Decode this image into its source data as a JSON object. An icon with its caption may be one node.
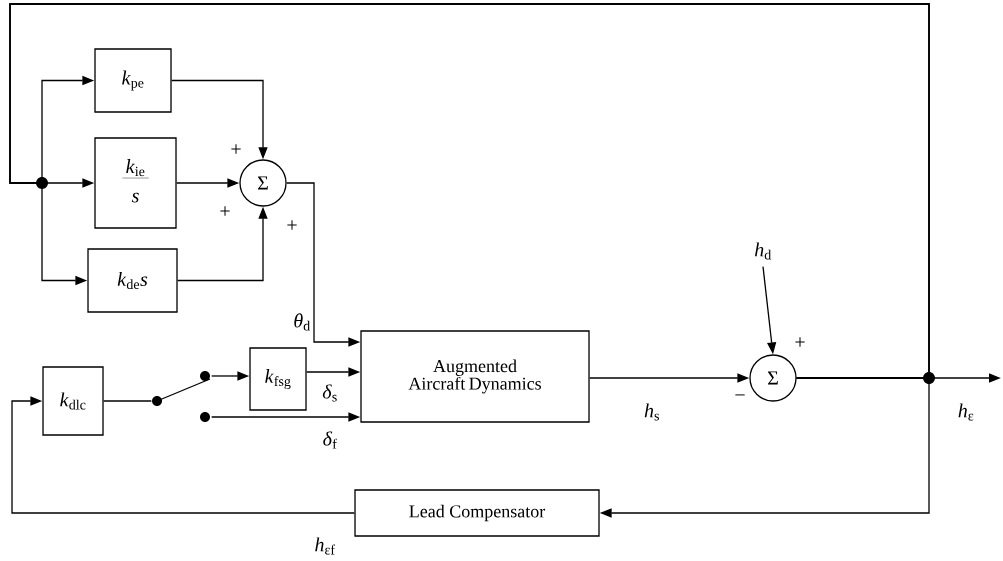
{
  "diagram": {
    "nodes": [
      {
        "text": [
          "*k*$_{pe}$"
        ]
      },
      {
        "text": [
          "*k*$_{ie}$",
          "*s*"
        ]
      },
      {
        "text": [
          "*k*$_{de}$*s*"
        ]
      },
      {
        "text": [
          "Σ"
        ]
      },
      {
        "text": [
          "*k*$_{dlc}$"
        ]
      },
      {
        "text": [],
        "shape": "switch"
      },
      {
        "text": [
          "*k*$_{fsg}$"
        ]
      },
      {
        "text": [
          "Augmented Aircraft Dynamics"
        ]
      },
      {
        "text": [
          "*h*$_{d}$"
        ]
      },
      {
        "text": [
          "Σ"
        ]
      },
      {
        "text": [
          "Lead Compensator"
        ]
      }
    ],
    "edges": [
      {
        "from": 9,
        "to": 0,
        "arrow": "to"
      },
      {
        "from": 9,
        "to": 1,
        "arrow": "to"
      },
      {
        "from": 9,
        "to": 2,
        "arrow": "to"
      },
      {
        "from": 0,
        "to": 3,
        "arrow": "to"
      },
      {
        "from": 1,
        "to": 3,
        "arrow": "to"
      },
      {
        "from": 2,
        "to": 3,
        "arrow": "to"
      },
      {
        "from": 3,
        "to": 7,
        "arrow": "to",
        "label": "*θ*$_{d}$"
      },
      {
        "from": 4,
        "to": 5,
        "arrow": "none"
      },
      {
        "from": 5,
        "to": 6,
        "arrow": "to"
      },
      {
        "from": 6,
        "to": 7,
        "arrow": "to",
        "label": "*δ*$_{s}$"
      },
      {
        "from": 5,
        "to": 7,
        "arrow": "to",
        "label": "*δ*$_{f}$"
      },
      {
        "from": 7,
        "to": 9,
        "arrow": "to",
        "label": "*h*$_{s}$"
      },
      {
        "from": 8,
        "to": 9,
        "arrow": "to"
      },
      {
        "from": 9,
        "to": null,
        "arrow": "to",
        "label": "*h*$_{ε}$"
      },
      {
        "from": 9,
        "to": 10,
        "arrow": "to"
      },
      {
        "from": 10,
        "to": 4,
        "arrow": "to",
        "label": "*h*$_{εf}$"
      }
    ],
    "labels": [
      "+",
      "+",
      "+",
      "+",
      "−"
    ]
  }
}
